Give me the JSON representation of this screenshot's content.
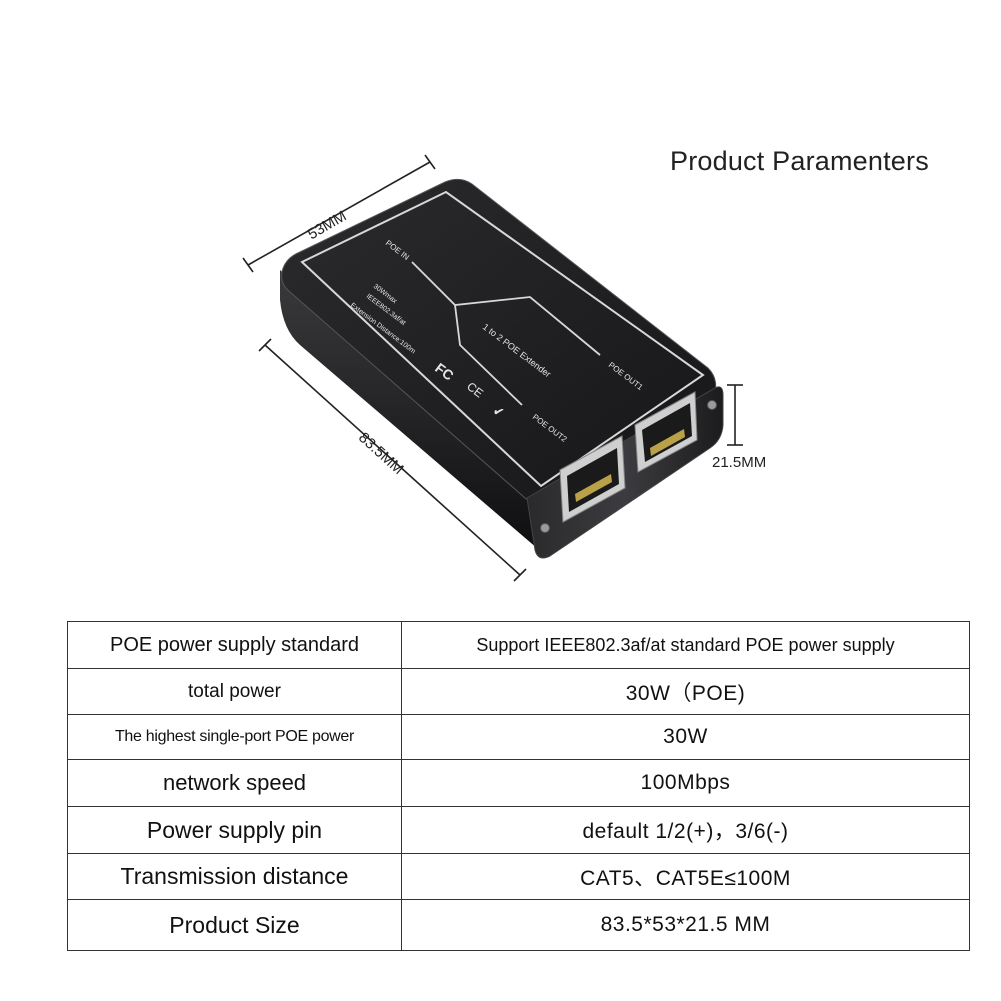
{
  "header": {
    "title": "Product Paramenters"
  },
  "dimensions": {
    "width": "53MM",
    "length": "83.5MM",
    "height": "21.5MM"
  },
  "device_labels": {
    "poe_in": "POE IN",
    "spec_line1": "30Wmax",
    "spec_line2": "IEEE802.3af/at",
    "spec_line3": "Extension Distance:100m",
    "center": "1 to 2 POE Extender",
    "poe_out1": "POE OUT1",
    "poe_out2": "POE OUT2",
    "fcc_mark": "FC",
    "ce_mark": "CE"
  },
  "specs": [
    {
      "label": "POE power supply standard",
      "value": "Support IEEE802.3af/at standard POE power supply"
    },
    {
      "label": "total power",
      "value": "30W（POE)"
    },
    {
      "label": "The highest single-port POE power",
      "value": "30W"
    },
    {
      "label": "network speed",
      "value": "100Mbps"
    },
    {
      "label": "Power supply pin",
      "value": "default 1/2(+)，3/6(-)"
    },
    {
      "label": "Transmission distance",
      "value": "CAT5、CAT5E≤100M"
    },
    {
      "label": "Product Size",
      "value": "83.5*53*21.5 MM"
    }
  ]
}
